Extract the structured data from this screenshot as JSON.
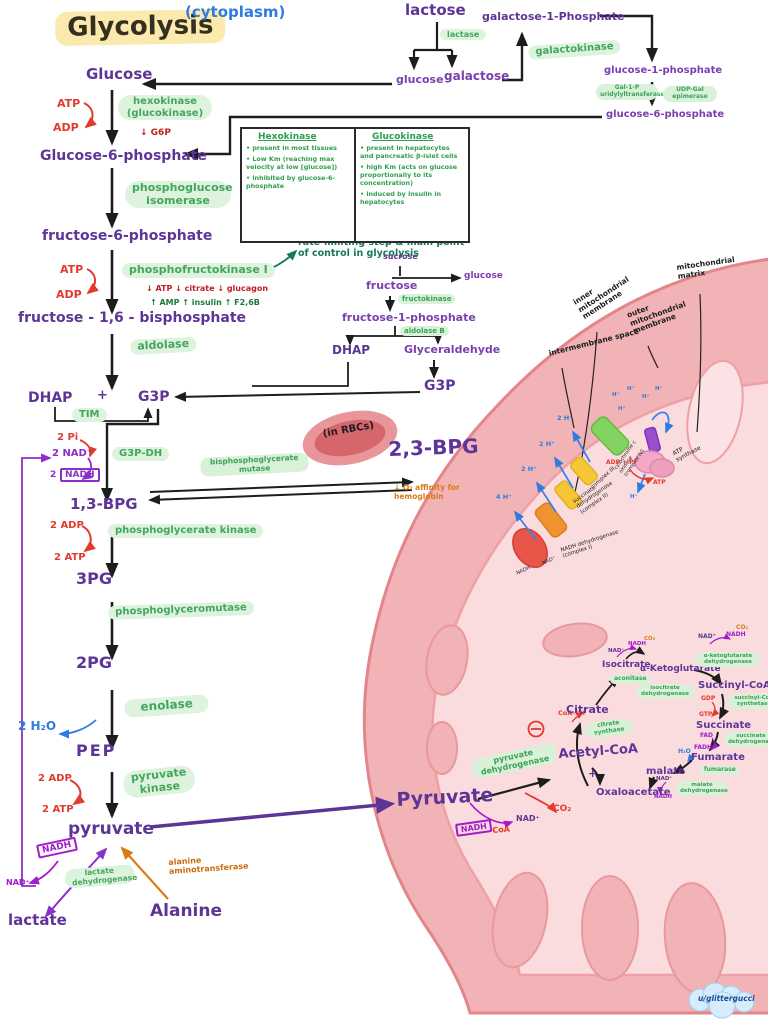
{
  "title": "Glycolysis",
  "location": "(cytoplasm)",
  "watermark": "u/glittergucci",
  "colors": {
    "compound_purple": "#5e3597",
    "enzyme_green": "#44a55e",
    "atp_red": "#e23a2e",
    "nadh_magenta": "#a21ccc",
    "water_blue": "#2e7ce0",
    "note_teal": "#15795a",
    "alanine_orange": "#d97c15",
    "mito_pink": "#f1b3b6",
    "matrix_pink": "#fadcdf",
    "highlight_yellow": "#fce9ae"
  },
  "top": {
    "lactose": "lactose",
    "lactase": "lactase",
    "glucose": "glucose",
    "galactose": "galactose",
    "galactokinase": "galactokinase",
    "gal1p": "galactose-1-Phosphate",
    "g1p": "glucose-1-phosphate",
    "ugt": "Gal-1-P uridylyltransferase",
    "epimerase": "UDP-Gal epimerase",
    "g6p": "glucose-6-phosphate"
  },
  "gly": {
    "glucose": "Glucose",
    "atp": "ATP",
    "adp": "ADP",
    "hexokinase": "hexokinase (glucokinase)",
    "g6p_fb": "↓ G6P",
    "g6p": "Glucose-6-phosphate",
    "pgi": "phosphoglucose isomerase",
    "f6p": "fructose-6-phosphate",
    "pfk": "phosphofructokinase I",
    "pfk_inh": "↓ ATP ↓ citrate ↓ glucagon",
    "pfk_act": "↑ AMP ↑ insulin ↑ F2,6B",
    "f16bp": "fructose - 1,6 - bisphosphate",
    "aldolase": "aldolase",
    "dhap": "DHAP",
    "plus": "+",
    "g3p": "G3P",
    "tim": "TIM",
    "pi2": "2 Pi",
    "nad2": "2 NAD⁺",
    "two": "2",
    "nadh": "NADH",
    "g3pdh": "G3P-DH",
    "bpg13": "1,3-BPG",
    "adp2": "2 ADP",
    "atp2": "2 ATP",
    "pgk": "phosphoglycerate kinase",
    "pg3": "3PG",
    "pgm": "phosphoglyceromutase",
    "pg2": "2PG",
    "enolase": "enolase",
    "h2o2": "2 H₂O",
    "pep": "PEP",
    "pk": "pyruvate kinase",
    "pyruvate": "pyruvate"
  },
  "note": {
    "rate_limiting": "rate-limiting step & main point of control in glycolysis"
  },
  "rbc": {
    "in_rbcs": "(in RBCs)",
    "mutase": "bisphosphoglycerate mutase",
    "bpg23": "2,3-BPG",
    "o2": "↓ O₂ affinity for hemoglobin"
  },
  "fru": {
    "sucrose": "sucrose",
    "fructose": "fructose",
    "glucose": "glucose",
    "fructokinase": "fructokinase",
    "f1p": "fructose-1-phosphate",
    "aldolase_b": "aldolase B",
    "dhap": "DHAP",
    "glyceraldehyde": "Glyceraldehyde",
    "g3p": "G3P"
  },
  "ana": {
    "nadh": "NADH",
    "nad": "NAD⁺",
    "ldh": "lactate dehydrogenase",
    "lactate": "lactate",
    "alanine": "Alanine",
    "alt": "alanine aminotransferase"
  },
  "tbl": {
    "hk": "Hexokinase",
    "gk": "Glucokinase",
    "hk_items": [
      "present in most tissues",
      "Low Km (reaching max velocity at low [glucose])",
      "inhibited by glucose-6-phosphate"
    ],
    "gk_items": [
      "present in hepatocytes and pancreatic β-islet cells",
      "high Km (acts on glucose proportionally to its concentration)",
      "induced by insulin in hepatocytes"
    ]
  },
  "mito": {
    "ims": "intermembrane space",
    "imm": "inner mitochondrial membrane",
    "omm": "outer mitochondrial membrane",
    "matrix": "mitochondrial matrix"
  },
  "etc": {
    "h4": "4 H⁺",
    "h2": "2 H⁺",
    "h": "H⁺",
    "c1": "NADH dehydrogenase (complex I)",
    "c2": "succinate dehydrogenase (complex II)",
    "c3": "complex III",
    "c4": "cytochrome c oxidase (complex IV)",
    "atp_synthase": "ATP synthase",
    "adp_pi": "ADP + Pi",
    "atp": "ATP",
    "nadh": "NADH",
    "nad": "NAD⁺"
  },
  "tca": {
    "pyruvate": "Pyruvate",
    "pdh": "pyruvate dehydrogenase",
    "minus": "−",
    "nadh": "NADH",
    "coa": "CoA",
    "nad": "NAD⁺",
    "co2": "CO₂",
    "acetyl_coa": "Acetyl-CoA",
    "plus": "+",
    "oaa": "Oxaloacetate",
    "coash": "CoA-SH",
    "cs": "citrate synthase",
    "citrate": "Citrate",
    "aconitase": "aconitase",
    "isocitrate": "Isocitrate",
    "idh": "isocitrate dehydrogenase",
    "akg": "α-Ketoglutarate",
    "akgdh": "α-ketoglutarate dehydrogenase",
    "succinyl_coa": "Succinyl-CoA",
    "scs": "succinyl-CoA synthetase",
    "gdp": "GDP",
    "gtp": "GTP",
    "succinate": "Succinate",
    "sdh": "succinate dehydrogenase",
    "fad": "FAD",
    "fadh2": "FADH₂",
    "fumarate": "Fumarate",
    "fumarase": "fumarase",
    "h2o": "H₂O",
    "malate": "malate",
    "mdh": "malate dehydrogenase"
  }
}
